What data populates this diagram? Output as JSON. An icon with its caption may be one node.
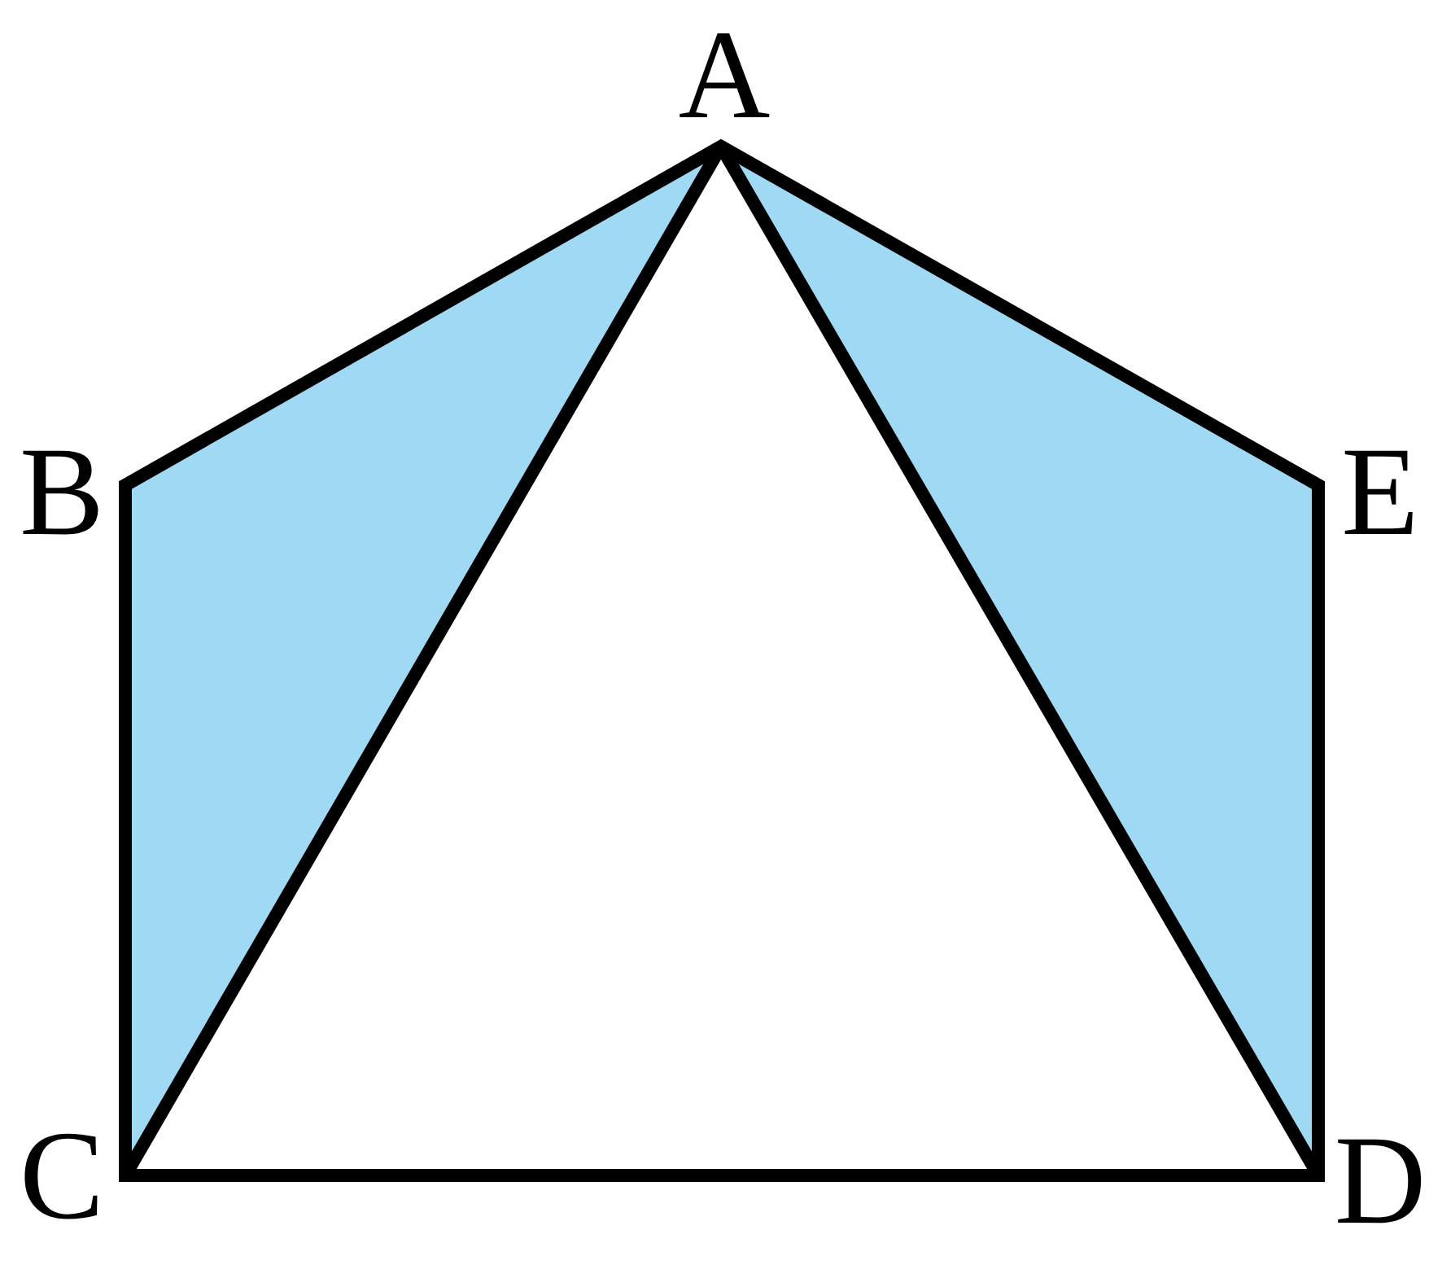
{
  "diagram": {
    "labels": [
      "A",
      "B",
      "E",
      "C",
      "D"
    ]
  }
}
